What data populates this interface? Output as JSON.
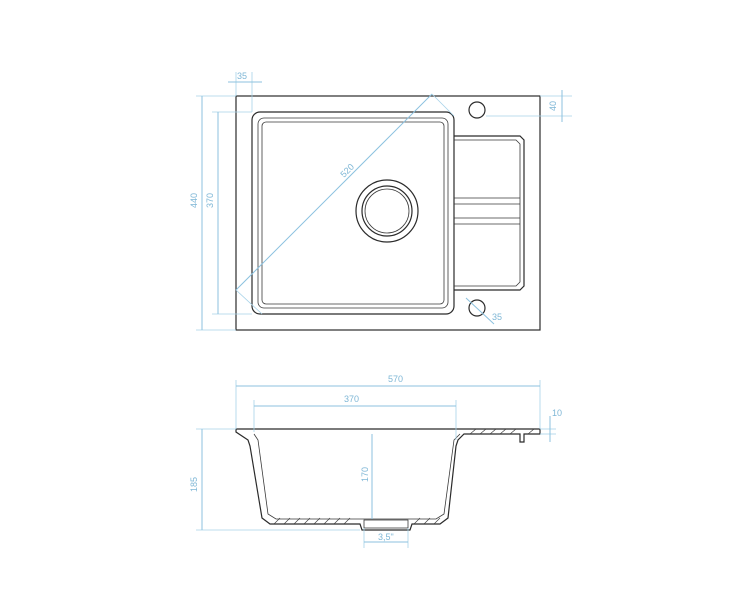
{
  "colors": {
    "outline": "#2b2b2b",
    "dimension": "#8cc2df",
    "dimension_text": "#7fb7d6",
    "background": "#ffffff"
  },
  "top_view": {
    "rim_width_label": "35",
    "tap_hole_offset_label": "40",
    "overall_height_label": "440",
    "bowl_height_label": "370",
    "diagonal_label": "520",
    "hole_diameter_label": "35"
  },
  "side_view": {
    "overall_width_label": "570",
    "bowl_width_label": "370",
    "rim_thickness_label": "10",
    "overall_depth_label": "185",
    "bowl_depth_label": "170",
    "outlet_label": "3,5\""
  }
}
